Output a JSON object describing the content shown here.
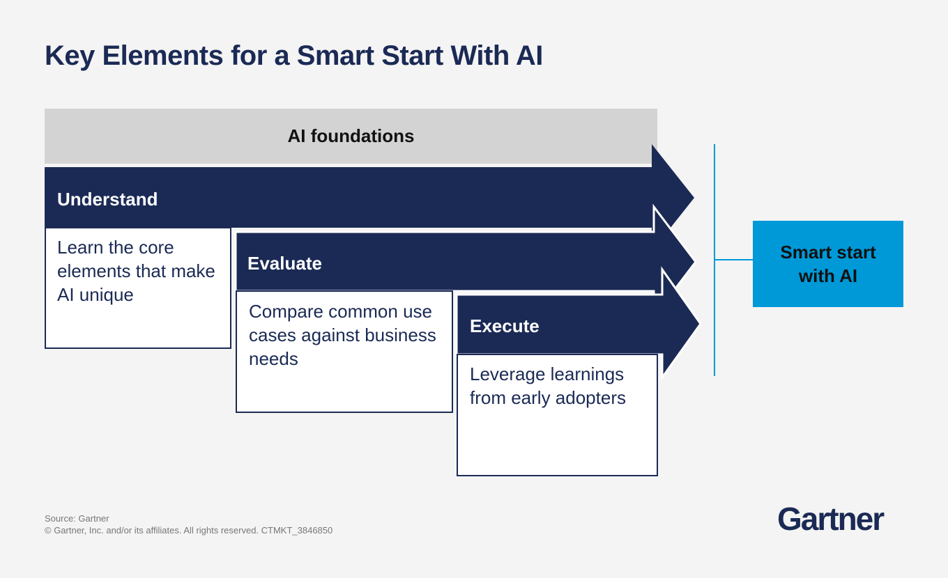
{
  "title": "Key Elements for a Smart Start With AI",
  "foundation_label": "AI foundations",
  "steps": [
    {
      "label": "Understand",
      "description": "Learn the core elements that make AI unique"
    },
    {
      "label": "Evaluate",
      "description": "Compare common use cases against business needs"
    },
    {
      "label": "Execute",
      "description": "Leverage learnings from early adopters"
    }
  ],
  "result_label": "Smart start with AI",
  "footer": {
    "source": "Source: Gartner",
    "copyright": "© Gartner, Inc. and/or its affiliates. All rights reserved. CTMKT_3846850"
  },
  "logo_text": "Gartner",
  "colors": {
    "navy": "#1b2a55",
    "blue": "#0099d8",
    "gray": "#d3d3d3",
    "background": "#f4f4f4"
  }
}
